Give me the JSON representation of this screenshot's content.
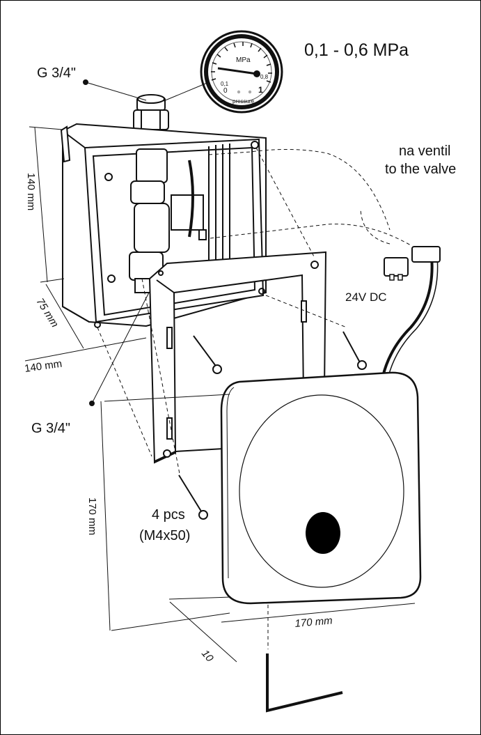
{
  "labels": {
    "top_thread": "G 3/4\"",
    "bottom_thread": "G 3/4\"",
    "pressure_range": "0,1 - 0,6 MPa",
    "valve_line1": "na ventil",
    "valve_line2": "to the valve",
    "voltage": "24V DC",
    "screws_qty": "4 pcs",
    "screws_spec": "(M4x50)"
  },
  "dimensions": {
    "height_box": "140 mm",
    "depth_box": "75 mm",
    "width_box": "140 mm",
    "cover_height": "170 mm",
    "cover_width": "170 mm",
    "cover_depth": "10"
  },
  "gauge": {
    "unit": "MPa",
    "tick_01": "0,1",
    "tick_0": "0",
    "tick_08": "0,8",
    "tick_1": "1",
    "caption": "pressure"
  }
}
